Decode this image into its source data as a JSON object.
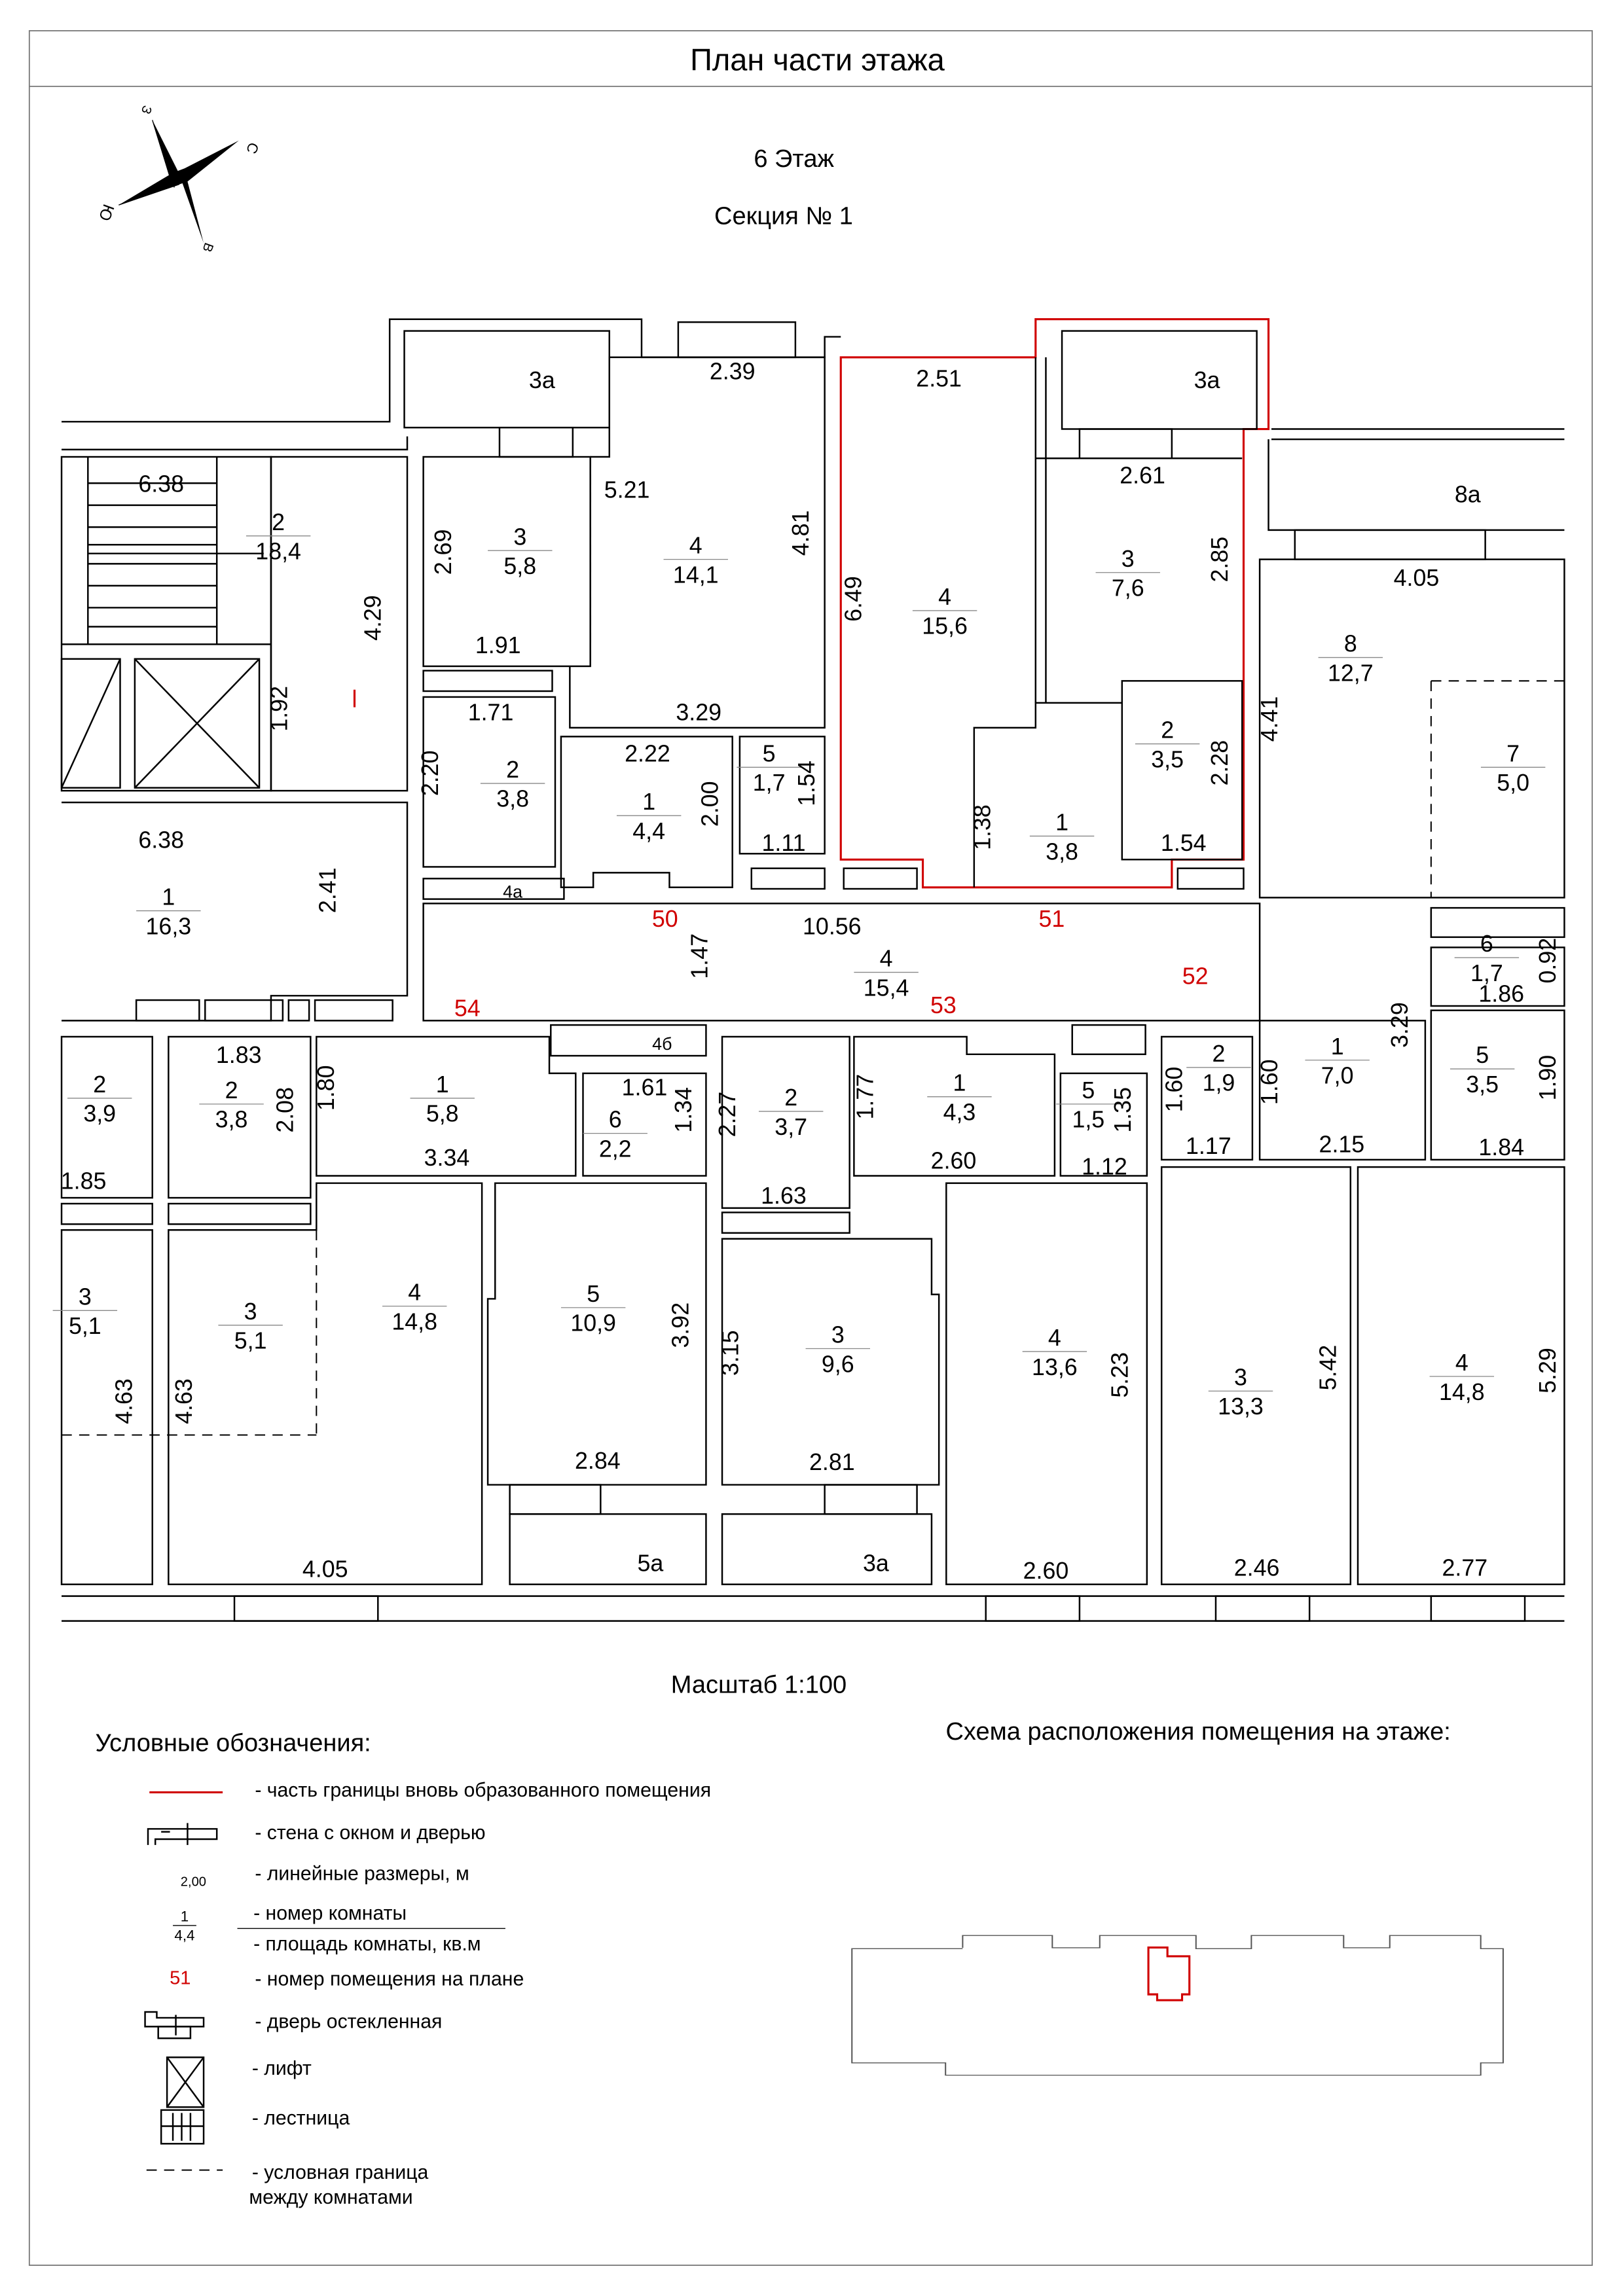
{
  "title": "План части этажа",
  "floor": "6 Этаж",
  "section": "Секция № 1",
  "compass": {
    "n": "С",
    "s": "Ю",
    "e": "В",
    "w": "З"
  },
  "scale": "Масштаб 1:100",
  "rooms": [
    {
      "num": "2",
      "area": "18,4"
    },
    {
      "num": "3",
      "area": "5,8"
    },
    {
      "num": "4",
      "area": "14,1"
    },
    {
      "num": "4",
      "area": "15,6"
    },
    {
      "num": "3",
      "area": "7,6"
    },
    {
      "num": "8",
      "area": "12,7"
    },
    {
      "num": "2",
      "area": "3,8"
    },
    {
      "num": "1",
      "area": "4,4"
    },
    {
      "num": "5",
      "area": "1,7"
    },
    {
      "num": "1",
      "area": "3,8"
    },
    {
      "num": "2",
      "area": "3,5"
    },
    {
      "num": "7",
      "area": "5,0"
    },
    {
      "num": "1",
      "area": "16,3"
    },
    {
      "num": "4",
      "area": "15,4"
    },
    {
      "num": "6",
      "area": "1,7"
    },
    {
      "num": "2",
      "area": "3,9"
    },
    {
      "num": "2",
      "area": "3,8"
    },
    {
      "num": "1",
      "area": "5,8"
    },
    {
      "num": "6",
      "area": "2,2"
    },
    {
      "num": "2",
      "area": "3,7"
    },
    {
      "num": "1",
      "area": "4,3"
    },
    {
      "num": "5",
      "area": "1,5"
    },
    {
      "num": "2",
      "area": "1,9"
    },
    {
      "num": "1",
      "area": "7,0"
    },
    {
      "num": "5",
      "area": "3,5"
    },
    {
      "num": "3",
      "area": "5,1"
    },
    {
      "num": "3",
      "area": "5,1"
    },
    {
      "num": "4",
      "area": "14,8"
    },
    {
      "num": "5",
      "area": "10,9"
    },
    {
      "num": "3",
      "area": "9,6"
    },
    {
      "num": "4",
      "area": "13,6"
    },
    {
      "num": "3",
      "area": "13,3"
    },
    {
      "num": "4",
      "area": "14,8"
    }
  ],
  "balconies": [
    "3а",
    "3а",
    "8а",
    "4а",
    "4б",
    "5а",
    "3а"
  ],
  "dims_h": [
    "6.38",
    "2.39",
    "2.51",
    "2.61",
    "5.21",
    "4.05",
    "1.91",
    "3.29",
    "1.71",
    "2.22",
    "1.11",
    "1.54",
    "6.38",
    "10.56",
    "1.83",
    "1.61",
    "3.34",
    "2.60",
    "1.12",
    "1.17",
    "2.15",
    "1.84",
    "1.86",
    "1.85",
    "1.63",
    "2.84",
    "2.81",
    "4.05",
    "2.60",
    "2.46",
    "2.77"
  ],
  "dims_v": [
    "4.29",
    "1.92",
    "2.69",
    "4.81",
    "6.49",
    "2.85",
    "4.41",
    "2.20",
    "2.00",
    "1.54",
    "1.38",
    "2.28",
    "2.41",
    "1.47",
    "3.29",
    "0.92",
    "2.08",
    "1.80",
    "1.34",
    "2.27",
    "1.77",
    "1.35",
    "1.60",
    "1.60",
    "1.90",
    "3.92",
    "3.15",
    "5.23",
    "5.42",
    "5.29",
    "4.63",
    "4.63"
  ],
  "premises": [
    "50",
    "51",
    "52",
    "53",
    "54"
  ],
  "legend": {
    "title": "Условные обозначения:",
    "items": [
      "- часть границы вновь образованного помещения",
      "- стена с окном и дверью",
      "- линейные размеры, м",
      "- номер комнаты",
      "- площадь комнаты, кв.м",
      "- номер помещения на плане",
      "- дверь остекленная",
      "- лифт",
      "- лестница",
      "- условная граница",
      "между комнатами"
    ],
    "sample_dim": "2,00",
    "sample_num": "1",
    "sample_area": "4,4",
    "sample_premise": "51"
  },
  "schema_title": "Схема расположения помещения на этаже:",
  "colors": {
    "boundary": "#d00000",
    "line": "#000000"
  }
}
